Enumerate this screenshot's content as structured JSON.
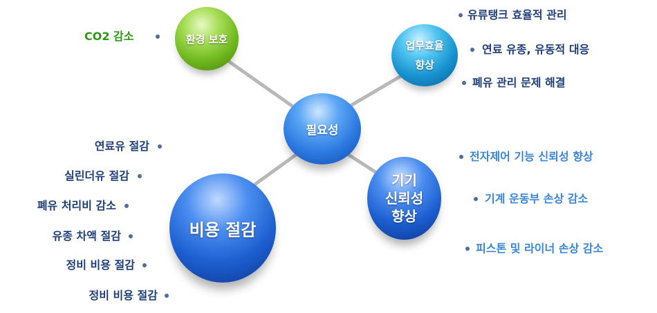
{
  "center": "필요성",
  "nodes": {
    "environment": {
      "title": "환경 보호",
      "items": [
        "CO2 감소"
      ]
    },
    "efficiency": {
      "title_line1": "업무효율",
      "title_line2": "향상",
      "items": [
        "유류탱크 효율적 관리",
        "연료 유종, 유동적 대응",
        "폐유 관리 문제 해결"
      ]
    },
    "reliability": {
      "title_line1": "기기",
      "title_line2": "신뢰성",
      "title_line3": "향상",
      "items": [
        "전자제어 기능 신뢰성 향상",
        "기계 운동부 손상 감소",
        "피스톤 및 라이너 손상 감소"
      ]
    },
    "cost": {
      "title": "비용 절감",
      "items": [
        "연료유 절감",
        "실린더유 절감",
        "폐유 처리비 감소",
        "유종 차액 절감",
        "정비 비용 절감",
        "정비 비용 절감"
      ]
    }
  },
  "colors": {
    "label_dark": "#1f3f78",
    "label_light": "#3a86d6",
    "label_green": "#2a9a14",
    "bullet": "#4e6c9c"
  }
}
